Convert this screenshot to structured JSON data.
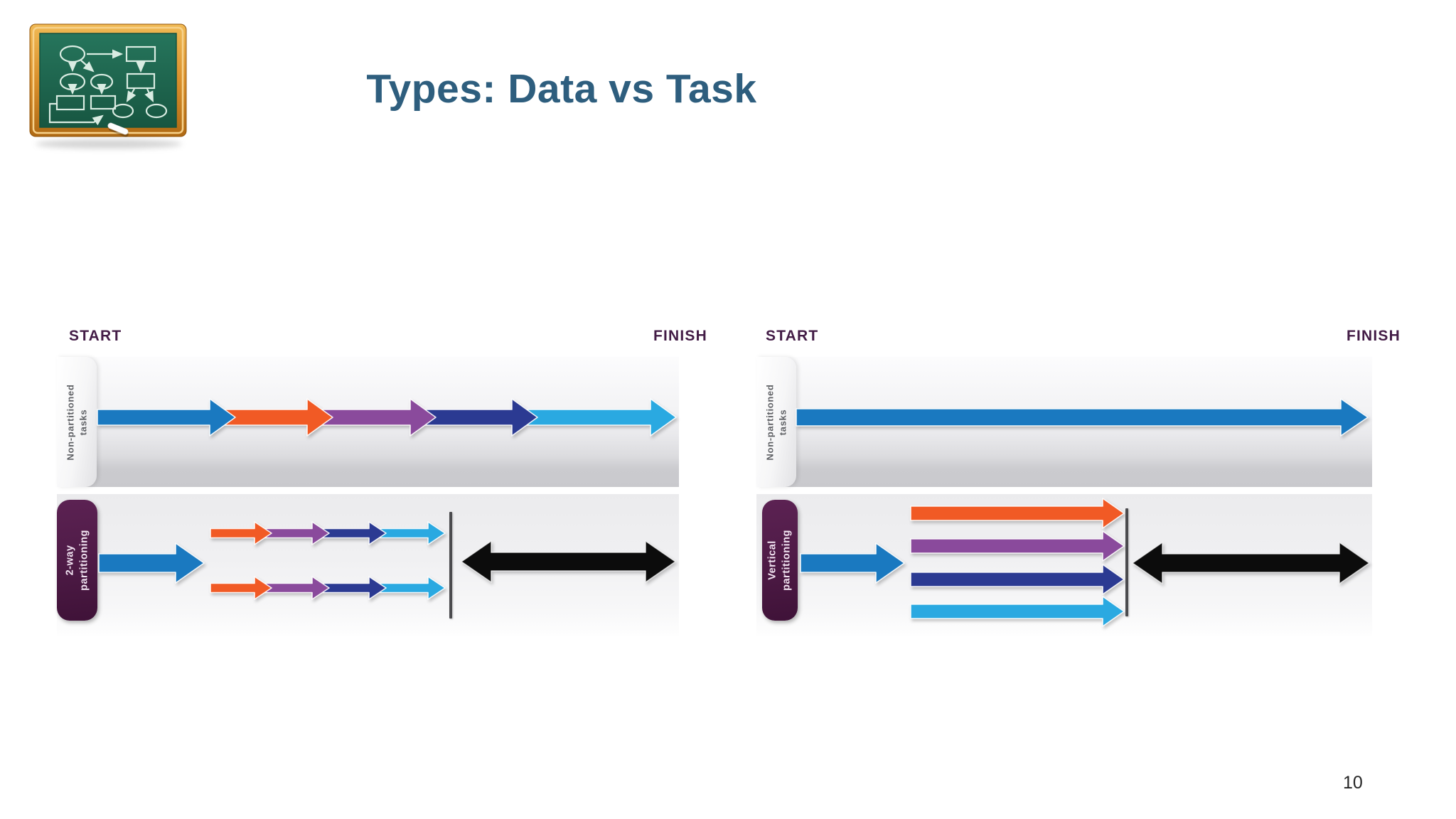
{
  "slide": {
    "title": "Types: Data vs Task",
    "page_number": "10",
    "header_icon": "chalkboard-flowchart"
  },
  "palette": {
    "title_text": "#2e5e7e",
    "start_finish_text": "#431c46",
    "blue": "#1a79c0",
    "orange": "#f15a25",
    "purple": "#8a4a9c",
    "navy": "#2b3a92",
    "cyan": "#2aa9e1",
    "black_arrow": "#0c0c0c",
    "plum_tab": "#4d1a45",
    "light_tab_text": "#5f6165",
    "band_gray": "#c9c9cd",
    "sync_bar": "#4b4b4e"
  },
  "diagrams": [
    {
      "id": "data-partitioning-2way",
      "start_label": "START",
      "finish_label": "FINISH",
      "top_row": {
        "tab_lines": [
          "Non-partitioned",
          "tasks"
        ],
        "sequence": [
          "blue",
          "orange",
          "purple",
          "navy",
          "cyan"
        ]
      },
      "bottom_row": {
        "tab_lines": [
          "2-way",
          "partitioning"
        ],
        "lead": "blue",
        "streams": [
          [
            "orange",
            "purple",
            "navy",
            "cyan"
          ],
          [
            "orange",
            "purple",
            "navy",
            "cyan"
          ]
        ],
        "tail": "black_arrow"
      }
    },
    {
      "id": "task-partitioning-vertical",
      "start_label": "START",
      "finish_label": "FINISH",
      "top_row": {
        "tab_lines": [
          "Non-partitioned",
          "tasks"
        ],
        "sequence": [
          "blue"
        ]
      },
      "bottom_row": {
        "tab_lines": [
          "Vertical",
          "partitioning"
        ],
        "lead": "blue",
        "streams": [
          [
            "orange"
          ],
          [
            "purple"
          ],
          [
            "navy"
          ],
          [
            "cyan"
          ]
        ],
        "tail": "black_arrow"
      }
    }
  ]
}
